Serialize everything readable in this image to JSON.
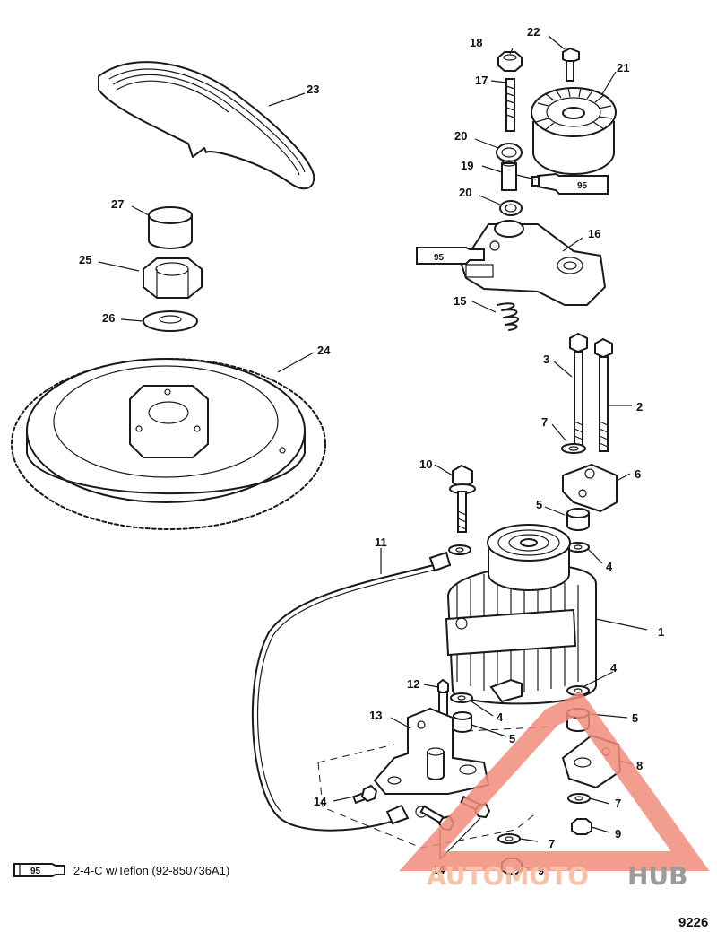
{
  "callouts": {
    "c1": "1",
    "c2": "2",
    "c3": "3",
    "c4a": "4",
    "c4b": "4",
    "c4c": "4",
    "c5a": "5",
    "c5b": "5",
    "c5c": "5",
    "c6": "6",
    "c7a": "7",
    "c7b": "7",
    "c7c": "7",
    "c8": "8",
    "c9a": "9",
    "c9b": "9",
    "c10": "10",
    "c11": "11",
    "c12": "12",
    "c13": "13",
    "c14a": "14",
    "c14b": "14",
    "c15": "15",
    "c16": "16",
    "c17": "17",
    "c18": "18",
    "c19": "19",
    "c20a": "20",
    "c20b": "20",
    "c21": "21",
    "c22": "22",
    "c23": "23",
    "c24": "24",
    "c25": "25",
    "c26": "26",
    "c27": "27"
  },
  "tube_labels": {
    "t1": "95",
    "t2": "95",
    "t3": "95"
  },
  "legend": {
    "text": "2-4-C w/Teflon (92-850736A1)"
  },
  "diagram_id": "9226",
  "watermark": {
    "part1": "AUTOMOTO",
    "part2": "HUB",
    "color_logo": "#f08c7a",
    "color_text": "#f5b99a",
    "color_hub": "#8a8a8a"
  }
}
